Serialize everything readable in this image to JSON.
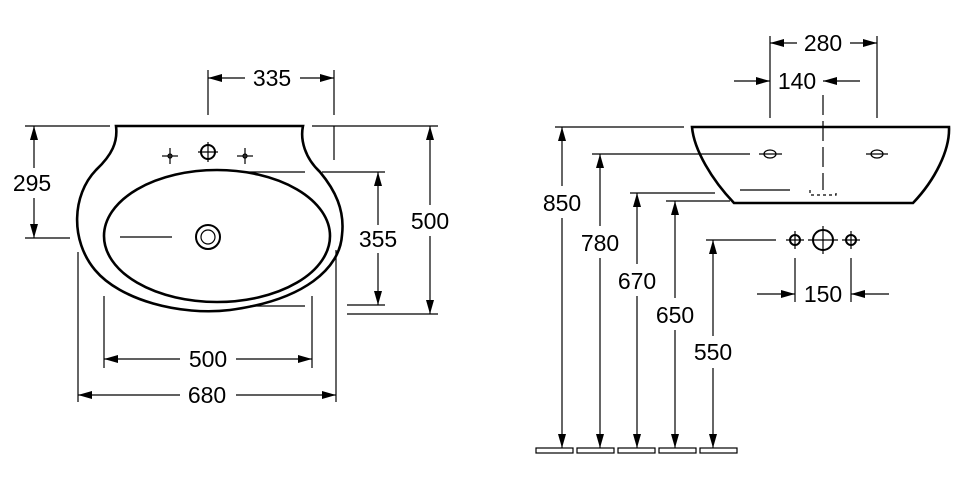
{
  "front_view": {
    "width_top_offset": "335",
    "height_top_section": "295",
    "bowl_height": "355",
    "total_depth": "500",
    "inner_width": "500",
    "overall_width": "680"
  },
  "side_view": {
    "top_width": "280",
    "top_half_width": "140",
    "total_height": "850",
    "rim_height": "780",
    "drain_height": "670",
    "bottom_height": "650",
    "supply_height": "550",
    "supply_spacing": "150"
  }
}
